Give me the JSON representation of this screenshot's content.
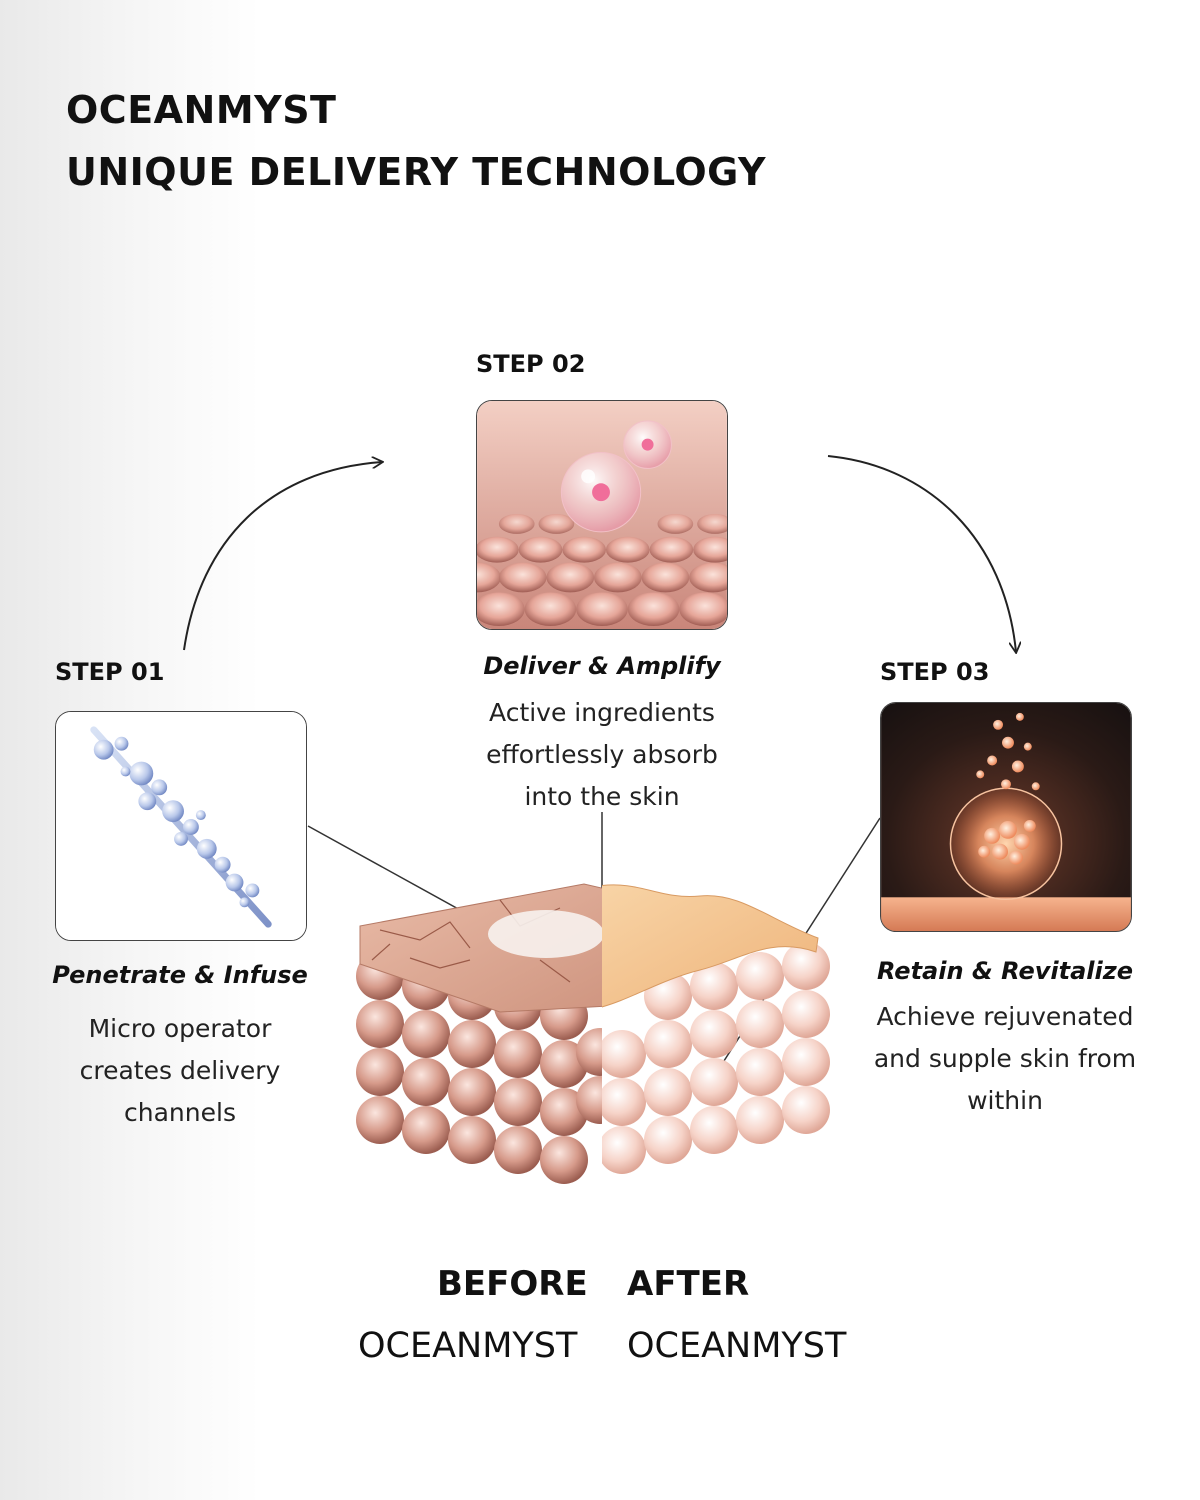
{
  "header": {
    "brand": "OCEANMYST",
    "headline": "UNIQUE DELIVERY TECHNOLOGY"
  },
  "steps": [
    {
      "label": "STEP 01",
      "title": "Penetrate & Infuse",
      "description_lines": [
        "Micro operator",
        "creates delivery",
        "channels"
      ]
    },
    {
      "label": "STEP 02",
      "title": "Deliver & Amplify",
      "description_lines": [
        "Active ingredients",
        "effortlessly absorb",
        "into the skin"
      ]
    },
    {
      "label": "STEP 03",
      "title": "Retain & Revitalize",
      "description_lines": [
        "Achieve rejuvenated",
        "and supple skin from",
        "within"
      ]
    }
  ],
  "comparison": {
    "before_label": "BEFORE",
    "after_label": "AFTER",
    "before_brand": "OCEANMYST",
    "after_brand": "OCEANMYST"
  },
  "colors": {
    "text": "#111111",
    "skin_before": "#e7b8a4",
    "skin_after": "#f3c48f",
    "accent_pink": "#f08aa6",
    "accent_glow": "#ffb07a",
    "needle_blue": "#8fa6d8"
  }
}
